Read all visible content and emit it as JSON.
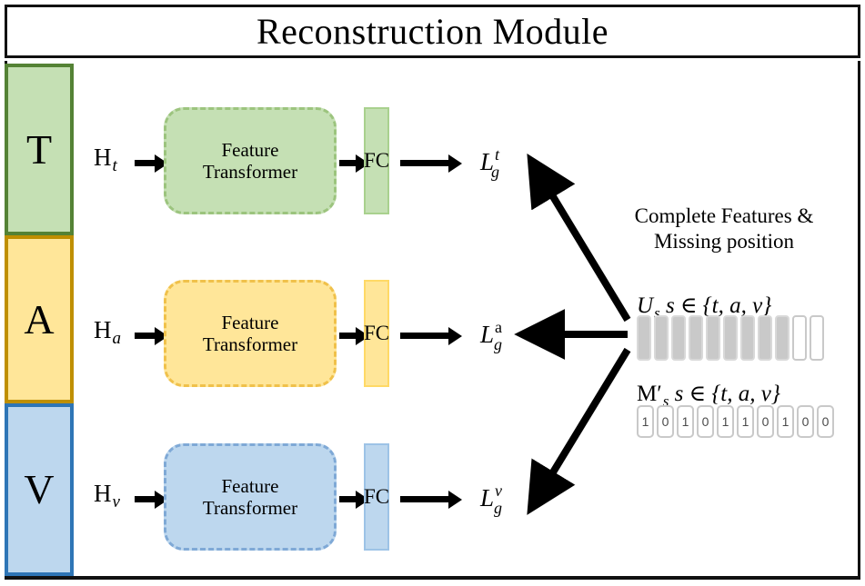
{
  "title": "Reconstruction Module",
  "modalities": [
    {
      "key": "t",
      "label": "T",
      "fill": "#c5e0b4",
      "stroke": "#548235"
    },
    {
      "key": "a",
      "label": "A",
      "fill": "#ffe699",
      "stroke": "#bf8f00"
    },
    {
      "key": "v",
      "label": "V",
      "fill": "#bdd7ee",
      "stroke": "#2e75b6"
    }
  ],
  "rows": [
    {
      "input_main": "H",
      "input_sub": "t",
      "block_line1": "Feature",
      "block_line2": "Transformer",
      "fc_label": "FC",
      "loss_main": "L",
      "loss_sup": "t",
      "loss_sub": "g",
      "loss_sup_style": "italic"
    },
    {
      "input_main": "H",
      "input_sub": "a",
      "block_line1": "Feature",
      "block_line2": "Transformer",
      "fc_label": "FC",
      "loss_main": "L",
      "loss_sup": "a",
      "loss_sub": "g",
      "loss_sup_style": "upright"
    },
    {
      "input_main": "H",
      "input_sub": "v",
      "block_line1": "Feature",
      "block_line2": "Transformer",
      "fc_label": "FC",
      "loss_main": "L",
      "loss_sup": "v",
      "loss_sub": "g",
      "loss_sup_style": "italic"
    }
  ],
  "side_panel": {
    "caption_line1": "Complete Features  &",
    "caption_line2": "Missing position",
    "feature_label_main": "U",
    "feature_label_sub": "s",
    "feature_label_set": "s ∈ {t, a, v}",
    "feature_bars": [
      "filled",
      "filled",
      "filled",
      "filled",
      "filled",
      "filled",
      "filled",
      "filled",
      "filled",
      "empty",
      "empty"
    ],
    "mask_label_main": "M′",
    "mask_label_sub": "s",
    "mask_label_set": "s ∈ {t, a, v}",
    "mask_values": [
      "1",
      "0",
      "1",
      "0",
      "1",
      "1",
      "0",
      "1",
      "0",
      "0"
    ],
    "bar_filled_color": "#c9c9c9",
    "bar_empty_color": "#ffffff",
    "bar_border_color": "#c9c9c9"
  }
}
